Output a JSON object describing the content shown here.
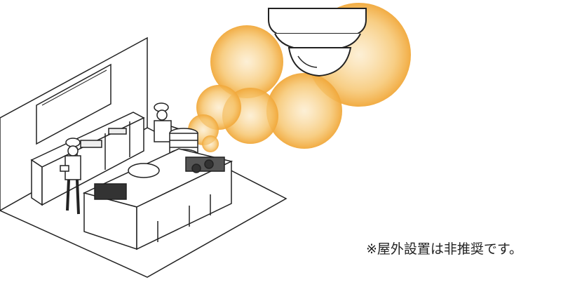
{
  "note": {
    "text": "※屋外設置は非推奨です。"
  },
  "colors": {
    "steam_inner": "#f1a83a",
    "steam_outer": "#fbe3b4",
    "line": "#222222"
  },
  "icons": {
    "camera": "dome-camera-icon",
    "kitchen": "kitchen-illustration",
    "steam": "steam-cloud"
  }
}
